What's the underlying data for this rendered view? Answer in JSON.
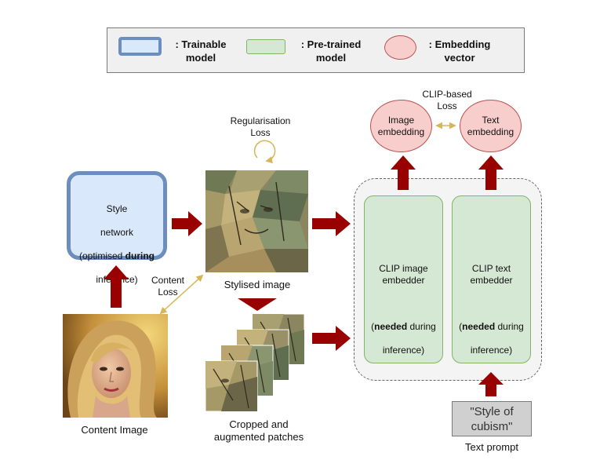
{
  "legend": {
    "trainable": ": Trainable\nmodel",
    "pretrained": ": Pre-trained\nmodel",
    "embedding": ": Embedding\nvector"
  },
  "nodes": {
    "style_network": {
      "line1": "Style",
      "line2": "network",
      "line3_pre": "(optimised ",
      "line3_bold": "during",
      "line4": "inference)"
    },
    "content_image_label": "Content Image",
    "stylised_image_label": "Stylised image",
    "patches_label": "Cropped and\naugmented patches",
    "clip_image": {
      "title": "CLIP image\nembedder",
      "note_open": "(",
      "note_bold": "needed",
      "note_rest": " during",
      "note_end": "inference)"
    },
    "clip_text": {
      "title": "CLIP text\nembedder",
      "note_open": "(",
      "note_bold": "needed",
      "note_rest": " during",
      "note_end": "inference)"
    },
    "image_embedding": "Image\nembedding",
    "text_embedding": "Text\nembedding",
    "text_prompt_value": "\"Style of\ncubism\"",
    "text_prompt_label": "Text prompt"
  },
  "losses": {
    "regularisation": "Regularisation\nLoss",
    "content": "Content\nLoss",
    "clip_based": "CLIP-based\nLoss"
  },
  "colors": {
    "arrow": "#990000",
    "loss_arrow": "#d6b656",
    "trainable_border": "#6c8ebf",
    "trainable_fill": "#dae8fc",
    "pretrained_fill": "#d5e8d4",
    "pretrained_border": "#82b366",
    "embedding_fill": "#f8cecc",
    "embedding_border": "#b85450"
  }
}
